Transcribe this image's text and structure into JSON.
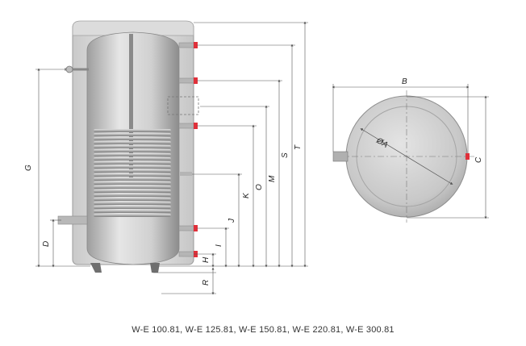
{
  "caption": "W-E 100.81, W-E 125.81, W-E 150.81, W-E 220.81, W-E 300.81",
  "side_view": {
    "dimension_labels": {
      "G": "G",
      "D": "D",
      "H": "H",
      "R": "R",
      "I": "I",
      "J": "J",
      "K": "K",
      "O": "O",
      "M": "M",
      "S": "S",
      "T": "T"
    }
  },
  "top_view": {
    "dimension_labels": {
      "B": "B",
      "C": "C",
      "A": "ØA"
    }
  },
  "colors": {
    "insulation": "#d9d9d9",
    "tank": "#c4c4c4",
    "coil": "#9a9a9a",
    "pipe": "#b5b5b5",
    "connection_cap": "#e0303a",
    "dimension_line": "#555555"
  },
  "icons": {
    "coil": "heat-exchanger-coil-icon",
    "connection": "pipe-connection-icon",
    "thermometer": "thermometer-icon"
  }
}
